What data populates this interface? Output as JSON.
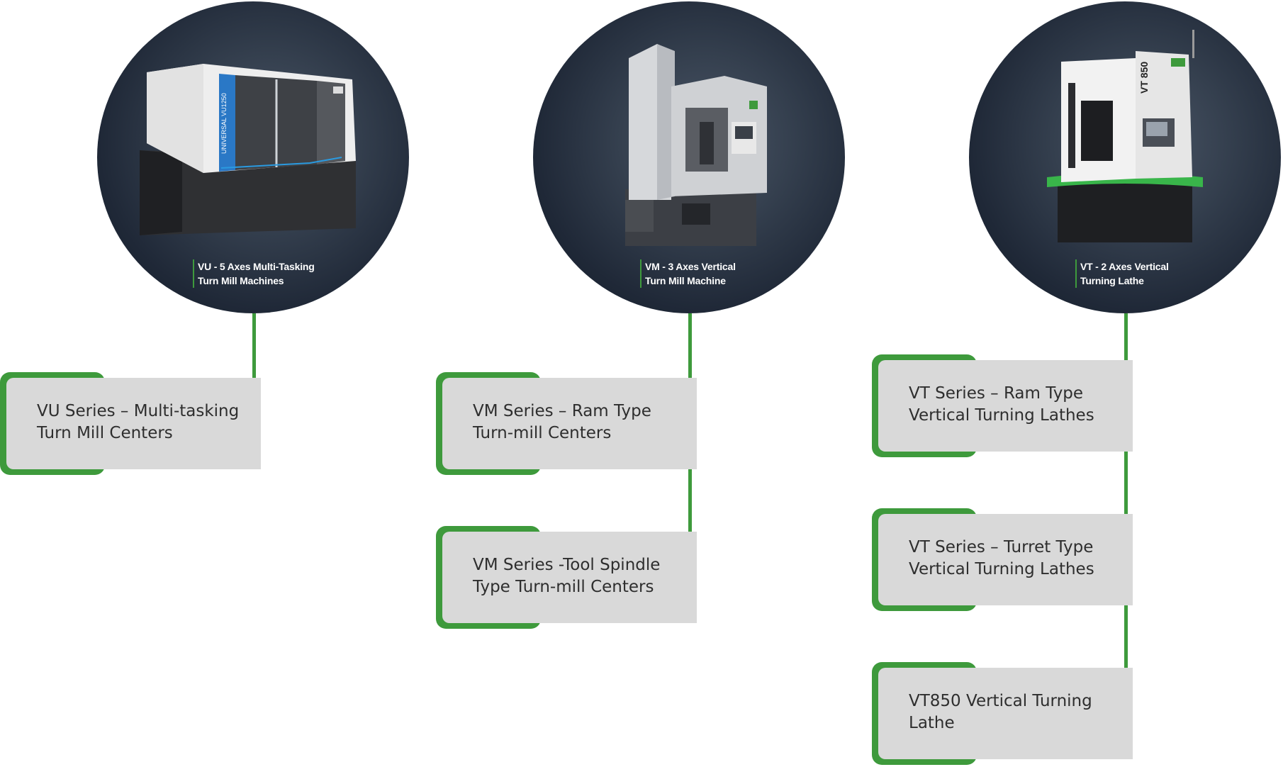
{
  "machines": [
    {
      "caption_line1": "VU - 5 Axes Multi-Tasking",
      "caption_line2": "Turn Mill Machines",
      "machine_text": "UNIVERSAL VU1250",
      "series": [
        {
          "line1": "VU Series – Multi-tasking",
          "line2": "Turn Mill Centers"
        }
      ]
    },
    {
      "caption_line1": "VM - 3 Axes Vertical",
      "caption_line2": "Turn Mill Machine",
      "series": [
        {
          "line1": "VM Series – Ram Type",
          "line2": "Turn-mill Centers"
        },
        {
          "line1": "VM Series -Tool Spindle",
          "line2": "Type Turn-mill Centers"
        }
      ]
    },
    {
      "caption_line1": "VT - 2 Axes Vertical",
      "caption_line2": "Turning Lathe",
      "machine_text": "VT 850",
      "series": [
        {
          "line1": "VT Series – Ram Type",
          "line2": "Vertical Turning Lathes"
        },
        {
          "line1": "VT Series – Turret Type",
          "line2": "Vertical Turning Lathes"
        },
        {
          "line1": "VT850 Vertical Turning",
          "line2": "Lathe"
        }
      ]
    }
  ],
  "colors": {
    "accent_green": "#3e9a3c",
    "card_grey": "#d9d9d9",
    "circle_dark": "#1f2837"
  }
}
